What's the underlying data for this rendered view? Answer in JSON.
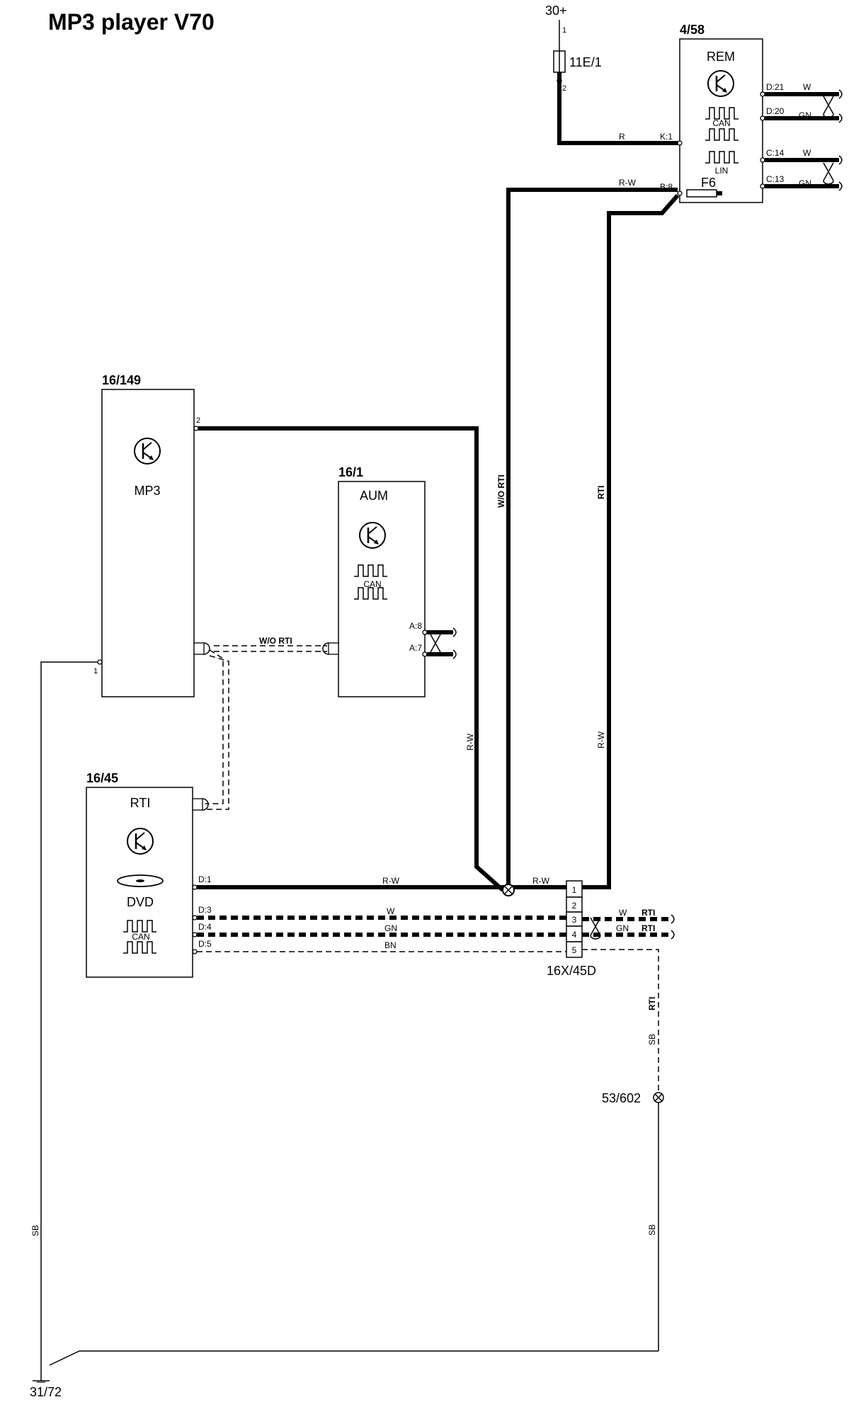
{
  "title": "MP3 player V70",
  "supply": {
    "label": "30+"
  },
  "fuse": {
    "label": "11E/1",
    "pin_top": "1",
    "pin_bottom": "2"
  },
  "rem": {
    "ref": "4/58",
    "name": "REM",
    "can": "CAN",
    "lin": "LIN",
    "fuse": "F6",
    "pins": {
      "d21": "D:21",
      "d20": "D:20",
      "c14": "C:14",
      "c13": "C:13",
      "k1": "K:1",
      "b8": "B:8"
    },
    "wires": {
      "d21": "W",
      "d20": "GN",
      "c14": "W",
      "c13": "GN",
      "k1": "R",
      "b8": "R-W"
    }
  },
  "mp3": {
    "ref": "16/149",
    "name": "MP3",
    "pin2": "2",
    "pin1": "1"
  },
  "aum": {
    "ref": "16/1",
    "name": "AUM",
    "can": "CAN",
    "pin_a8": "A:8",
    "pin_a7": "A:7"
  },
  "rti": {
    "ref": "16/45",
    "name": "RTI",
    "dvd": "DVD",
    "can": "CAN",
    "pins": {
      "d1": "D:1",
      "d3": "D:3",
      "d4": "D:4",
      "d5": "D:5"
    }
  },
  "connector": {
    "ref": "16X/45D",
    "pins": [
      "1",
      "2",
      "3",
      "4",
      "5"
    ]
  },
  "wires": {
    "wo_rti_vertical": "W/O RTI",
    "rti_vertical": "RTI",
    "rw_left": "R-W",
    "rw_right": "R-W",
    "wo_rti_link": "W/O RTI",
    "d1": "R-W",
    "d1_junction": "R-W",
    "d3": "W",
    "d4": "GN",
    "d5": "BN",
    "out_w": "W",
    "out_gn": "GN",
    "out_rti_1": "RTI",
    "out_rti_2": "RTI",
    "drop_rti": "RTI",
    "drop_sb_1": "SB",
    "drop_sb_2": "SB",
    "left_sb": "SB"
  },
  "ground": {
    "splice": "53/602",
    "point": "31/72"
  }
}
